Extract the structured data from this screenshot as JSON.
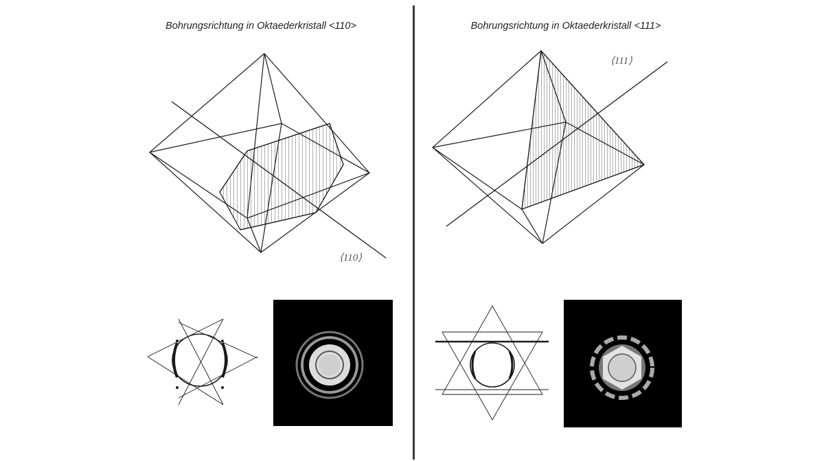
{
  "left": {
    "title": "Bohrungsrichtung in Oktaederkristall <110>",
    "direction_label": "⟨110⟩"
  },
  "right": {
    "title": "Bohrungsrichtung in Oktaederkristall <111>",
    "direction_label": "⟨111⟩"
  },
  "colors": {
    "line": "#1a1a1a",
    "divider": "#3a3a3a",
    "photo_bg": "#000000"
  }
}
